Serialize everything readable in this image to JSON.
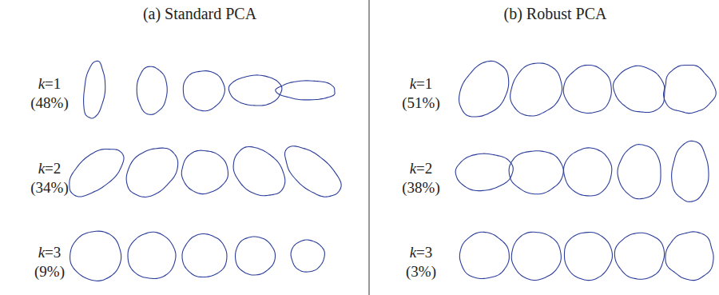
{
  "diagram": {
    "labels": [
      "(a) Standard PCA",
      "(b) Robust PCA",
      "k=1",
      "(48%)",
      "k=2",
      "(34%)",
      "k=3",
      "(9%)",
      "k=1",
      "(51%)",
      "k=2",
      "(38%)",
      "k=3",
      "(3%)"
    ]
  }
}
